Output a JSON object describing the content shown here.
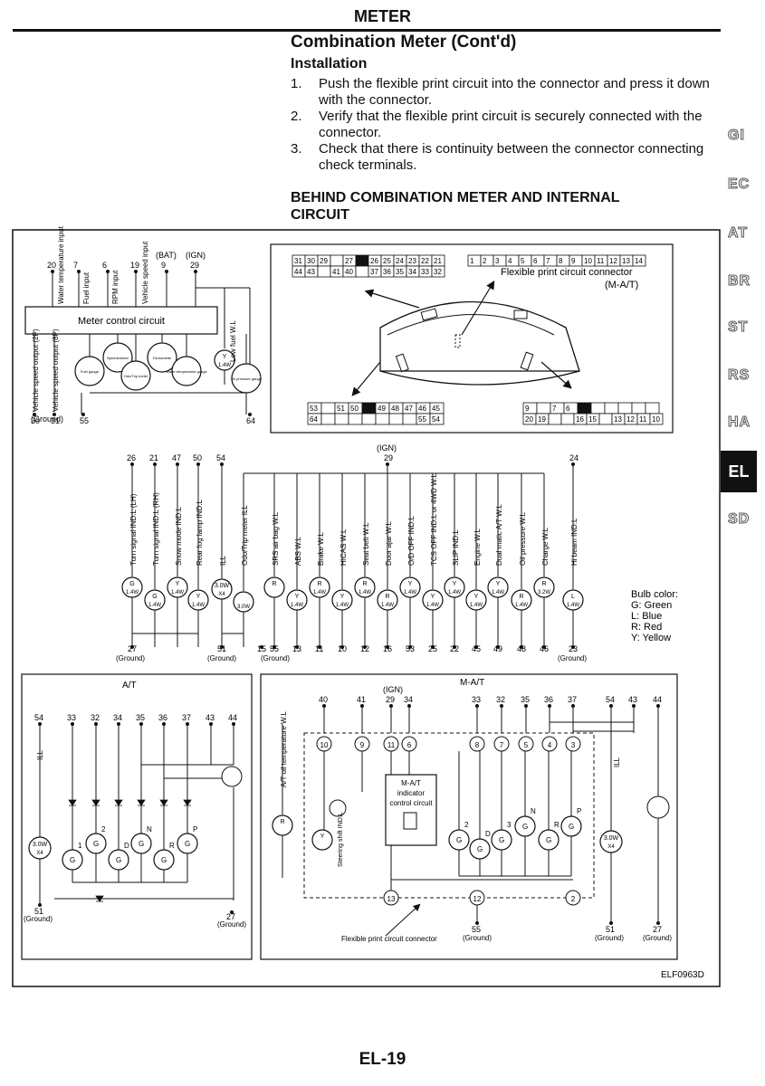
{
  "header": {
    "section": "METER"
  },
  "page_title": "Combination Meter (Cont'd)",
  "subsection": "Installation",
  "steps": [
    {
      "num": "1.",
      "text": "Push the flexible print circuit into the connector and press it down with the connector."
    },
    {
      "num": "2.",
      "text": "Verify that the flexible print circuit is securely connected with the connector."
    },
    {
      "num": "3.",
      "text": "Check that there is continuity between the connector connecting check terminals."
    }
  ],
  "diagram_title": "BEHIND COMBINATION METER AND INTERNAL CIRCUIT",
  "side_tabs": [
    "GI",
    "EC",
    "AT",
    "BR",
    "ST",
    "RS",
    "HA",
    "EL",
    "SD"
  ],
  "active_tab": "EL",
  "top_left": {
    "pins": [
      "20",
      "7",
      "6",
      "19",
      "9",
      "29"
    ],
    "pin_labels": [
      "Water temperature input",
      "Fuel input",
      "RPM input",
      "Vehicle speed input"
    ],
    "bat": "(BAT)",
    "ign": "(IGN)",
    "control": "Meter control circuit",
    "low_fuel": "Low fuel W.L",
    "outputs": [
      "Vehicle speed output (2P)",
      "Vehicle speed output (8P)"
    ],
    "gauges": [
      "Fuel gauge",
      "Speedometer",
      "Odo/Trip meter",
      "Tachometer",
      "Water temperature gauge",
      "Oil pressure gauge"
    ],
    "bottom_pins": [
      "30",
      "31",
      "55",
      "64"
    ],
    "ground": "(Ground)",
    "bulb_y": "Y",
    "bulb_w": "1.4W"
  },
  "connector": {
    "row1": [
      "31",
      "30",
      "29",
      "",
      "27",
      "",
      "26",
      "25",
      "24",
      "23",
      "22",
      "21"
    ],
    "row2": [
      "44",
      "43",
      "",
      "41",
      "40",
      "",
      "37",
      "36",
      "35",
      "34",
      "33",
      "32"
    ],
    "fpc": [
      "1",
      "2",
      "3",
      "4",
      "5",
      "6",
      "7",
      "8",
      "9",
      "10",
      "11",
      "12",
      "13",
      "14"
    ],
    "fpc_label": "Flexible print circuit connector",
    "fpc_sub": "(M-A/T)",
    "b_row1": [
      "53",
      "",
      "51",
      "50",
      "",
      "49",
      "48",
      "47",
      "46",
      "45"
    ],
    "b_row2": [
      "64",
      "",
      "",
      "",
      "",
      "",
      "",
      "",
      "55",
      "54"
    ],
    "c_row1": [
      "9",
      "",
      "7",
      "6",
      "",
      "",
      "",
      "",
      "",
      ""
    ],
    "c_row2": [
      "20",
      "19",
      "",
      "",
      "16",
      "15",
      "",
      "13",
      "12",
      "11",
      "10"
    ]
  },
  "middle": {
    "ign": "(IGN)",
    "ign_pin": "29",
    "hi_pin": "24",
    "top_pins": [
      "26",
      "21",
      "47",
      "50",
      "54"
    ],
    "labels": [
      "Turn signal IND.L (LH)",
      "Turn signal IND.L (RH)",
      "Snow mode IND.L",
      "Rear fog lamp IND.L",
      "ILL",
      "Odo/Trip meter ILL",
      "SRS air bag W.L",
      "ABS W.L",
      "Brake W.L",
      "HICAS W.L",
      "Seat belt W.L",
      "Door ajar W.L",
      "O/D OFF IND.L",
      "TCS OFF IND.L or 4WD W.L",
      "SLIP IND.L",
      "Engine W.L",
      "Dual matic A/T W.L",
      "Oil pressure W.L",
      "Charge W.L",
      "Hi beam IND.L"
    ],
    "bulbs": [
      {
        "c": "G",
        "w": "1.4W"
      },
      {
        "c": "G",
        "w": "1.4W"
      },
      {
        "c": "Y",
        "w": "1.4W"
      },
      {
        "c": "Y",
        "w": "1.4W"
      },
      {
        "c": "3.0W",
        "w": "X4"
      },
      {
        "c": "",
        "w": "3.0W"
      },
      {
        "c": "R",
        "w": ""
      },
      {
        "c": "Y",
        "w": "1.4W"
      },
      {
        "c": "R",
        "w": "1.4W"
      },
      {
        "c": "Y",
        "w": "1.4W"
      },
      {
        "c": "R",
        "w": "1.4W"
      },
      {
        "c": "R",
        "w": "1.4W"
      },
      {
        "c": "Y",
        "w": "1.4W"
      },
      {
        "c": "Y",
        "w": "1.4W"
      },
      {
        "c": "Y",
        "w": "1.4W"
      },
      {
        "c": "Y",
        "w": "1.4W"
      },
      {
        "c": "Y",
        "w": "1.4W"
      },
      {
        "c": "R",
        "w": "1.4W"
      },
      {
        "c": "R",
        "w": "3.2W"
      },
      {
        "c": "L",
        "w": "1.4W"
      }
    ],
    "bottom_pins": [
      "27",
      "51",
      "15",
      "55",
      "13",
      "11",
      "10",
      "12",
      "16",
      "53",
      "25",
      "22",
      "45",
      "49",
      "48",
      "46",
      "23"
    ],
    "ground": "(Ground)",
    "legend_title": "Bulb color:",
    "legend": [
      "G: Green",
      "L: Blue",
      "R: Red",
      "Y: Yellow"
    ]
  },
  "at": {
    "title": "A/T",
    "pins": [
      "54",
      "33",
      "32",
      "34",
      "35",
      "36",
      "37",
      "43",
      "44"
    ],
    "ill": "ILL",
    "bulb_w": "3.0W",
    "bulb_x": "X4",
    "gear_letters": [
      "1",
      "2",
      "D",
      "N",
      "R",
      "P"
    ],
    "g": "G",
    "bottom_pins": [
      "51",
      "27"
    ],
    "ground": "(Ground)"
  },
  "mat": {
    "title": "M-A/T",
    "ign": "(IGN)",
    "top_pins": [
      "40",
      "41",
      "29",
      "34",
      "33",
      "32",
      "35",
      "36",
      "37",
      "54",
      "43",
      "44"
    ],
    "circles": [
      "10",
      "9",
      "11",
      "6",
      "8",
      "7",
      "5",
      "4",
      "3",
      "13",
      "12",
      "2"
    ],
    "at_oil": "A/T oil temperature W.L",
    "steering": "Steering shift IND.L",
    "ctrl_lines": [
      "M-A/T",
      "indicator",
      "control circuit"
    ],
    "ill": "ILL",
    "gear_letters": [
      "2",
      "D",
      "3",
      "N",
      "R",
      "P"
    ],
    "g": "G",
    "r": "R",
    "y": "Y",
    "bulb_w": "3.0W",
    "bulb_x": "X4",
    "fpc_label": "Flexible print circuit connector",
    "bottom_pins": [
      "55",
      "51",
      "27"
    ],
    "ground": "(Ground)"
  },
  "figure_code": "ELF0963D",
  "page_number": "EL-19"
}
